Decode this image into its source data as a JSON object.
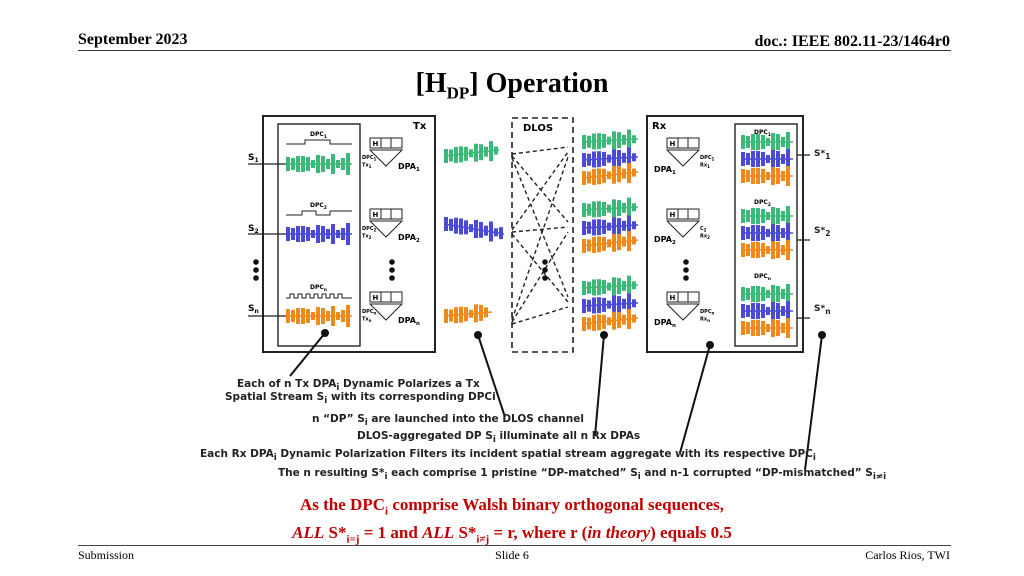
{
  "header": {
    "date": "September 2023",
    "doc": "doc.: IEEE 802.11-23/1464r0"
  },
  "title": {
    "main": "[H",
    "sub": "DP",
    "rest": "] Operation"
  },
  "diagram": {
    "tx_label": "Tx",
    "dlos_label": "DLOS",
    "rx_label": "Rx",
    "inputs": [
      "S",
      "S",
      "S"
    ],
    "input_subs": [
      "1",
      "2",
      "n"
    ],
    "dpc_tx": [
      "DPC",
      "DPC",
      "DPC"
    ],
    "dpc_tx_subs": [
      "1",
      "2",
      "n"
    ],
    "dpa_tx": [
      "DPA",
      "DPA",
      "DPA"
    ],
    "dpa_tx_subs": [
      "1",
      "2",
      "n"
    ],
    "tx_small": [
      [
        "DPC",
        "Tx"
      ],
      [
        "DPC",
        "Tx"
      ],
      [
        "DPC",
        "Tx"
      ]
    ],
    "tx_small_subs": [
      [
        "1",
        "1"
      ],
      [
        "2",
        "2"
      ],
      [
        "n",
        "n"
      ]
    ],
    "dpa_rx": [
      "DPA",
      "DPA",
      "DPA"
    ],
    "dpa_rx_subs": [
      "1",
      "2",
      "n"
    ],
    "rx_small": [
      [
        "DPC",
        "Rx"
      ],
      [
        "C",
        "Rx"
      ],
      [
        "DPC",
        "Rx"
      ]
    ],
    "rx_small_subs": [
      [
        "1",
        "1"
      ],
      [
        "2",
        "2"
      ],
      [
        "n",
        "n"
      ]
    ],
    "dpc_rx": [
      "DPC",
      "DPC",
      "DPC"
    ],
    "dpc_rx_subs": [
      "1",
      "2",
      "n"
    ],
    "outputs": [
      "S*",
      "S*",
      "S*"
    ],
    "output_subs": [
      "1",
      "2",
      "n"
    ],
    "glyph": "H",
    "colors": {
      "green": "#3cb878",
      "blue": "#4a4ad6",
      "orange": "#f0891c"
    }
  },
  "annotations": {
    "a1_line1": "Each of n Tx DPA",
    "a1_sub": "i",
    "a1_line1_rest": " Dynamic Polarizes a Tx",
    "a1_line2": "Spatial Stream S",
    "a1_line2_sub": "i",
    "a1_line2_rest": " with its corresponding DPCi",
    "a2": "n “DP” S",
    "a2_sub": "i",
    "a2_rest": " are launched into the DLOS channel",
    "a3": "DLOS-aggregated DP S",
    "a3_sub": "i",
    "a3_rest": " illuminate all n Rx DPAs",
    "a4": "Each Rx DPA",
    "a4_sub": "i",
    "a4_rest": " Dynamic Polarization Filters its incident spatial stream aggregate with its respective  DPC",
    "a4_sub2": "i",
    "a5": "The n resulting S*",
    "a5_sub": "i",
    "a5_rest": " each comprise 1 pristine “DP-matched” S",
    "a5_sub2": "i",
    "a5_rest2": " and n-1 corrupted “DP-mismatched” S",
    "a5_sub3": "i≠i"
  },
  "summary": {
    "l1a": "As the DPC",
    "l1sub": "i",
    "l1b": " comprise Walsh binary orthogonal sequences,",
    "l2a": "ALL",
    "l2b": " S*",
    "l2sub1": "i=j",
    "l2c": " = 1 and ",
    "l2d": "ALL",
    "l2e": " S*",
    "l2sub2": "i≠j",
    "l2f": " = r, where r (",
    "l2g": "in theory",
    "l2h": ") equals 0.5"
  },
  "footer": {
    "left": "Submission",
    "center": "Slide 6",
    "right": "Carlos Rios, TWI"
  }
}
